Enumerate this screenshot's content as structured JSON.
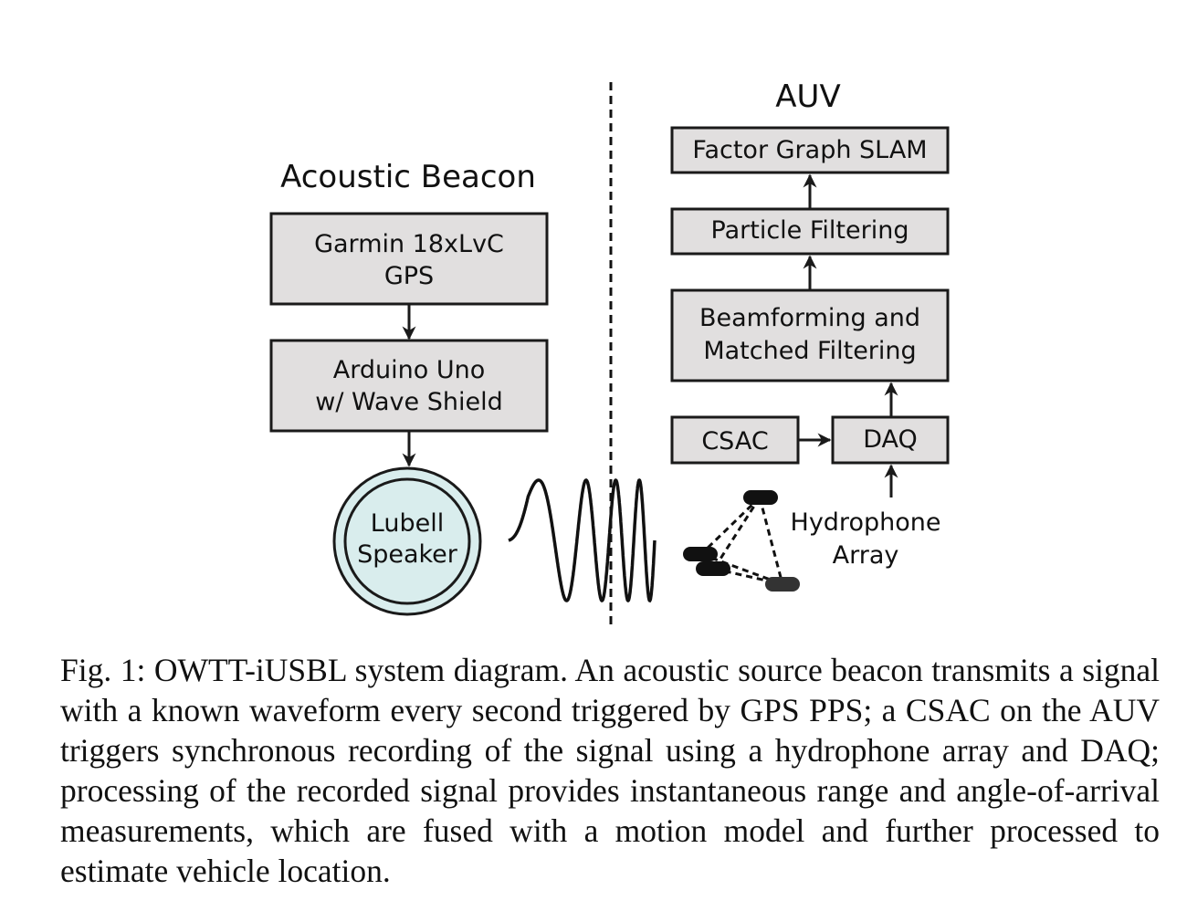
{
  "beacon": {
    "title": "Acoustic Beacon",
    "gps_line1": "Garmin 18xLvC",
    "gps_line2": "GPS",
    "arduino_line1": "Arduino Uno",
    "arduino_line2": "w/ Wave Shield",
    "speaker_line1": "Lubell",
    "speaker_line2": "Speaker"
  },
  "auv": {
    "title": "AUV",
    "slam": "Factor Graph SLAM",
    "particle": "Particle Filtering",
    "beam_line1": "Beamforming and",
    "beam_line2": "Matched Filtering",
    "csac": "CSAC",
    "daq": "DAQ",
    "hydrophone_line1": "Hydrophone",
    "hydrophone_line2": "Array"
  },
  "colors": {
    "box_fill": "#e1dfdf",
    "speaker_fill": "#d9eded",
    "stroke": "#1a1a1a"
  },
  "caption": "Fig. 1: OWTT-iUSBL system diagram. An acoustic source beacon transmits a signal with a known waveform every second triggered by GPS PPS; a CSAC on the AUV triggers synchronous recording of the signal using a hydrophone array and DAQ; processing of the recorded signal provides instantaneous range and angle-of-arrival measurements, which are fused with a motion model and further processed to estimate vehicle location."
}
